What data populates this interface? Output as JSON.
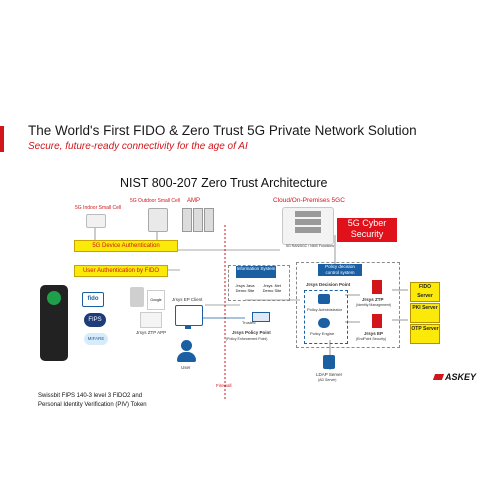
{
  "header": {
    "title": "The World's First FIDO & Zero Trust 5G Private Network Solution",
    "subtitle": "Secure, future-ready connectivity for the age of AI"
  },
  "diagram": {
    "heading": "NIST 800-207 Zero Trust Architecture",
    "indoor_cell": "5G Indoor Small Cell",
    "outdoor_cell": "5G Outdoor Small Cell",
    "amp": "AMP",
    "cloud": "Cloud/On-Premises 5GC",
    "core_label": "5G RAN/5GC / NMS Functions",
    "device_auth": "5G Device Authentication",
    "user_auth": "User Authentication by FIDO",
    "cyber": "5G Cyber Security",
    "info_system": "Information System",
    "java_site": "Jrsys Java Demo Site",
    "net_site": "Jrsys .Net Demo Site",
    "policy_sys": "Policy decision control system",
    "decision_point": "Jrsys Decision Point",
    "policy_admin": "Policy Administrator",
    "policy_engine": "Policy Engine",
    "ztp_id": "Jrsys ZTP",
    "ztp_id_sub": "(Identity Management)",
    "ep_sec": "Jrsys EP",
    "ep_sec_sub": "(EndPoint Security)",
    "ep_client": "Jrsys EP Client",
    "ztp_app": "Jrsys ZTP APP",
    "user": "User",
    "firewall": "Firewall",
    "trusted": "Trusted",
    "policy_point": "Jrsys Policy Point",
    "policy_point_sub": "(Policy Enforcement Point)",
    "ldap": "LDAP Server",
    "ldap_sub": "(AD Server)",
    "servers": [
      "FIDO Server",
      "PKI Server",
      "OTP Server"
    ],
    "fido_badge": "fido",
    "fips_badge": "FIPS",
    "mifare_badge": "MIFARE",
    "google_badge": "Google"
  },
  "caption": {
    "line1": "Swissbit FIPS 140-3 level 3 FIDO2 and",
    "line2": "Personal Identity Verification (PIV) Token"
  },
  "brand": "ASKEY",
  "colors": {
    "accent_red": "#d0161b",
    "yellow": "#fbe90a",
    "blue": "#1b5fa3"
  }
}
